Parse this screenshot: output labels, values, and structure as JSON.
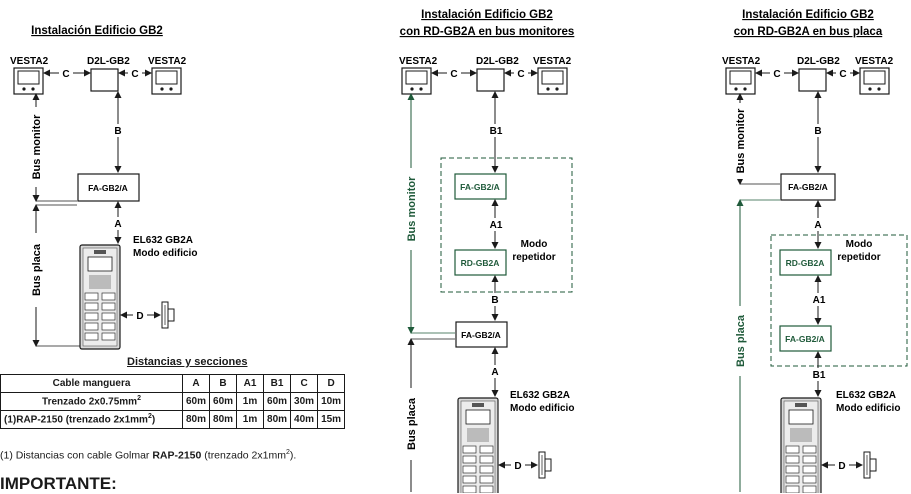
{
  "diagram1": {
    "title": "Instalación Edificio GB2",
    "left_monitor": "VESTA2",
    "distributor": "D2L-GB2",
    "right_monitor": "VESTA2",
    "c_label": "C",
    "b_label": "B",
    "fa_label": "FA-GB2/A",
    "a_label": "A",
    "panel_label_1": "EL632 GB2A",
    "panel_label_2": "Modo edificio",
    "d_label": "D",
    "bus_monitor": "Bus monitor",
    "bus_placa": "Bus placa"
  },
  "diagram2": {
    "title_1": "Instalación Edificio GB2",
    "title_2": "con RD-GB2A en bus monitores",
    "left_monitor": "VESTA2",
    "distributor": "D2L-GB2",
    "right_monitor": "VESTA2",
    "c_label": "C",
    "b1_label": "B1",
    "fa_top": "FA-GB2/A",
    "a1_label": "A1",
    "rd_label": "RD-GB2A",
    "mode_1": "Modo",
    "mode_2": "repetidor",
    "b_label": "B",
    "fa_bottom": "FA-GB2/A",
    "a_label": "A",
    "panel_label_1": "EL632 GB2A",
    "panel_label_2": "Modo edificio",
    "d_label": "D",
    "bus_monitor": "Bus monitor",
    "bus_placa": "Bus placa"
  },
  "diagram3": {
    "title_1": "Instalación Edificio GB2",
    "title_2": "con RD-GB2A en bus placa",
    "left_monitor": "VESTA2",
    "distributor": "D2L-GB2",
    "right_monitor": "VESTA2",
    "c_label": "C",
    "b_label": "B",
    "fa_top": "FA-GB2/A",
    "a_label": "A",
    "rd_label": "RD-GB2A",
    "mode_1": "Modo",
    "mode_2": "repetidor",
    "a1_label": "A1",
    "fa_bottom": "FA-GB2/A",
    "b1_label": "B1",
    "panel_label_1": "EL632 GB2A",
    "panel_label_2": "Modo edificio",
    "d_label": "D",
    "bus_monitor": "Bus monitor",
    "bus_placa": "Bus placa"
  },
  "table": {
    "title": "Distancias y secciones",
    "headers": [
      "Cable manguera",
      "A",
      "B",
      "A1",
      "B1",
      "C",
      "D"
    ],
    "row1": {
      "name": "Trenzado 2x0.75mm",
      "sup": "2",
      "values": [
        "60m",
        "60m",
        "1m",
        "60m",
        "30m",
        "10m"
      ]
    },
    "row2": {
      "marker": "(1)",
      "name": "RAP-2150 (trenzado 2x1mm",
      "sup": "2",
      "close": ")",
      "values": [
        "80m",
        "80m",
        "1m",
        "80m",
        "40m",
        "15m"
      ]
    }
  },
  "footnote": {
    "marker": "(1)",
    "text": " Distancias con cable Golmar ",
    "bold": "RAP-2150",
    "rest": " (trenzado 2x1mm",
    "sup": "2",
    "end": ")."
  },
  "important": "IMPORTANTE:"
}
